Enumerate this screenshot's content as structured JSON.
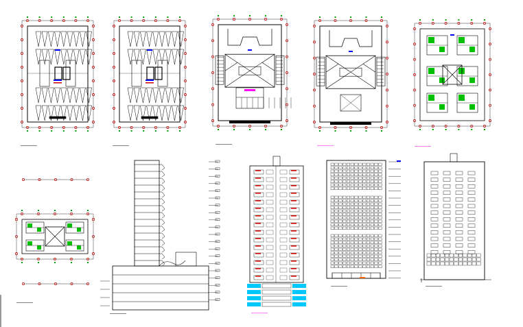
{
  "drawing": {
    "background": "#ffffff",
    "colors": {
      "line": "#000000",
      "grid_dot": "#c00000",
      "grid_tick": "#00a000",
      "accent_green": "#00c000",
      "accent_blue": "#0000ff",
      "accent_magenta": "#ff00ff",
      "accent_cyan": "#00c8ff",
      "accent_orange": "#ff6600",
      "accent_red": "#cc0000"
    }
  },
  "sheets": [
    {
      "id": "plan-1",
      "kind": "parking-plan",
      "title": "",
      "title_color": "#000000"
    },
    {
      "id": "plan-2",
      "kind": "parking-plan",
      "title": "",
      "title_color": "#000000"
    },
    {
      "id": "plan-3",
      "kind": "ground-floor-plan",
      "title": "",
      "title_color": "#000000"
    },
    {
      "id": "plan-4",
      "kind": "floor-plan",
      "title": "",
      "title_color": "#ff00ff"
    },
    {
      "id": "plan-5",
      "kind": "typical-floor-plan",
      "title": "",
      "title_color": "#ff00ff"
    },
    {
      "id": "plan-6",
      "kind": "roof-plan",
      "title": "",
      "title_color": "#000000"
    },
    {
      "id": "section-1",
      "kind": "section",
      "title": "",
      "title_color": "#000000"
    },
    {
      "id": "elevation-1",
      "kind": "elevation",
      "title": "",
      "title_color": "#ff00ff"
    },
    {
      "id": "elevation-2",
      "kind": "elevation",
      "title": "",
      "title_color": "#000000"
    },
    {
      "id": "elevation-3",
      "kind": "elevation",
      "title": "",
      "title_color": "#000000"
    }
  ]
}
